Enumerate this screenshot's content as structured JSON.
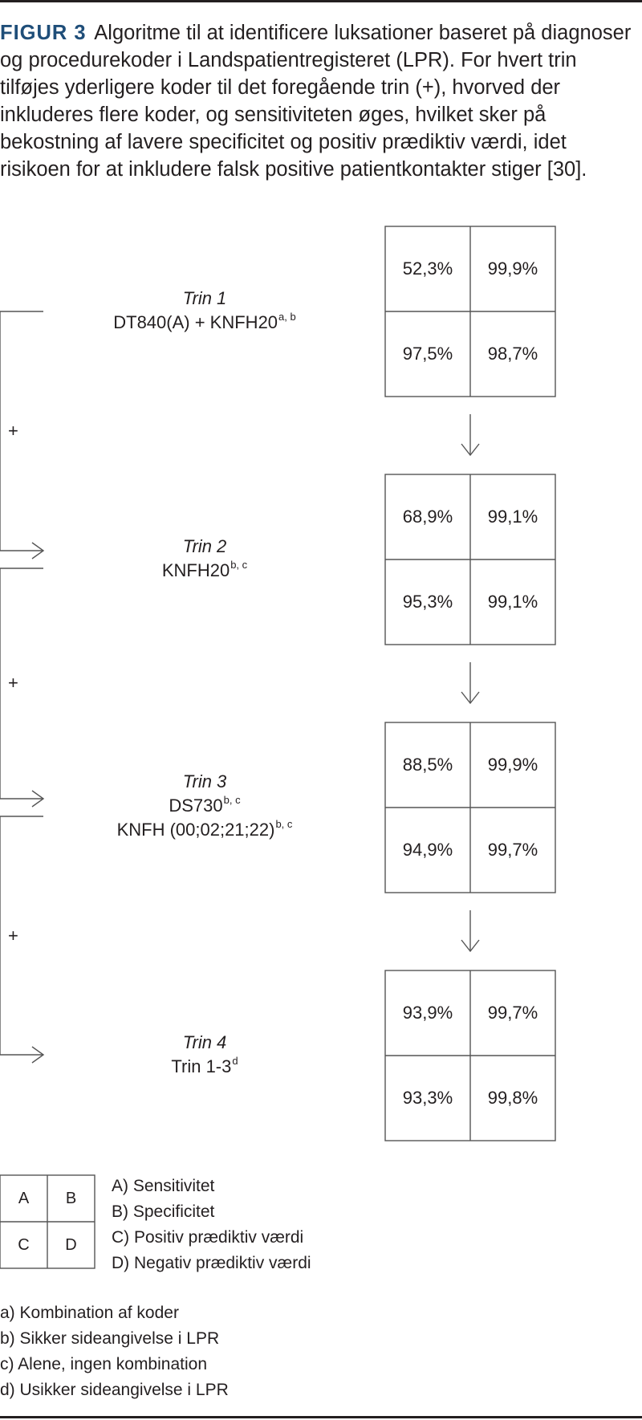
{
  "caption": {
    "label": "FIGUR 3",
    "text": "Algoritme til at identificere luksationer baseret på diagnoser og procedurekoder i Landspatientregisteret (LPR). For hvert trin tilføjes yderligere koder til det foregående trin (+), hvorved der inkluderes flere koder, og sensitiviteten øges, hvilket sker på bekostning af lavere specificitet og positiv prædiktiv værdi, idet risikoen for at inkludere falsk positive patientkontakter stiger [30]."
  },
  "steps": [
    {
      "title": "Trin 1",
      "lines": [
        {
          "text": "DT840(A) + KNFH20",
          "sup": "a, b"
        }
      ],
      "values": {
        "A": "52,3%",
        "B": "99,9%",
        "C": "97,5%",
        "D": "98,7%"
      }
    },
    {
      "title": "Trin 2",
      "lines": [
        {
          "text": "KNFH20",
          "sup": "b, c"
        }
      ],
      "values": {
        "A": "68,9%",
        "B": "99,1%",
        "C": "95,3%",
        "D": "99,1%"
      }
    },
    {
      "title": "Trin 3",
      "lines": [
        {
          "text": "DS730",
          "sup": "b, c"
        },
        {
          "text": "KNFH (00;02;21;22)",
          "sup": "b, c"
        }
      ],
      "values": {
        "A": "88,5%",
        "B": "99,9%",
        "C": "94,9%",
        "D": "99,7%"
      }
    },
    {
      "title": "Trin 4",
      "lines": [
        {
          "text": "Trin 1-3",
          "sup": "d"
        }
      ],
      "values": {
        "A": "93,9%",
        "B": "99,7%",
        "C": "93,3%",
        "D": "99,8%"
      }
    }
  ],
  "plus_symbol": "+",
  "legend": {
    "cells": {
      "A": "A",
      "B": "B",
      "C": "C",
      "D": "D"
    },
    "items": [
      "A) Sensitivitet",
      "B) Specificitet",
      "C) Positiv prædiktiv værdi",
      "D) Negativ prædiktiv værdi"
    ]
  },
  "footnotes": [
    "a) Kombination af koder",
    "b) Sikker sideangivelse i LPR",
    "c) Alene, ingen kombination",
    "d) Usikker sideangivelse i LPR"
  ],
  "colors": {
    "text": "#231f20",
    "label": "#1f4e79",
    "lines": "#555555"
  }
}
